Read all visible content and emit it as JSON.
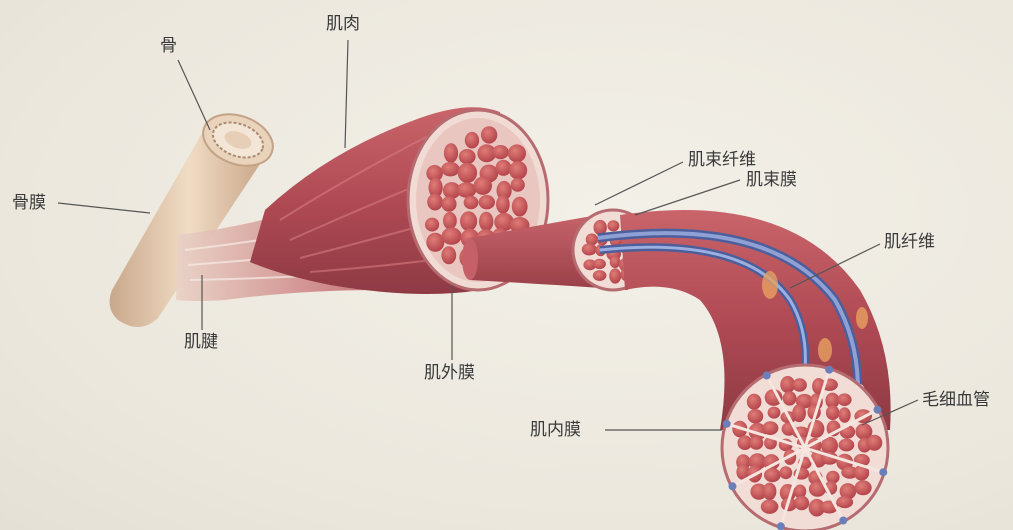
{
  "labels": {
    "bone": "骨",
    "muscle": "肌肉",
    "periosteum": "骨膜",
    "tendon": "肌腱",
    "epimysium": "肌外膜",
    "fascicle": "肌束纤维",
    "perimysium": "肌束膜",
    "muscle_fiber": "肌纤维",
    "capillary": "毛细血管",
    "endomysium": "肌内膜"
  },
  "colors": {
    "background": "#eeebe2",
    "bone": "#dcc3a6",
    "muscle": "#b8525a",
    "muscle_dark": "#8f3a44",
    "cell": "#c8545a",
    "connective": "#efd9d2",
    "fiber_blue": "#6b7fb8",
    "leader_line": "#555555"
  }
}
